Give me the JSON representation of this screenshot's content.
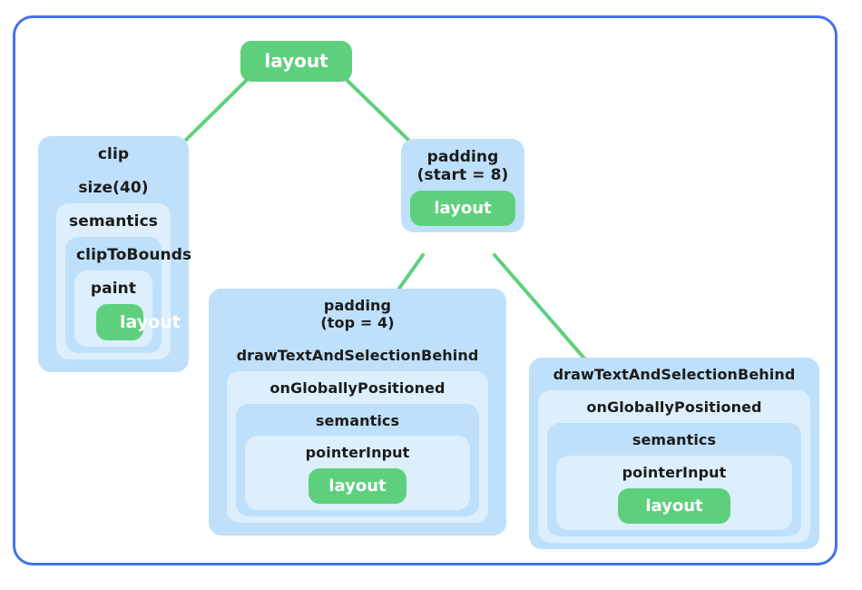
{
  "diagram": {
    "title": "Compose modifier node tree",
    "colors": {
      "frame_border": "#4472e8",
      "node_blue_dark": "#bfe0fa",
      "node_blue_light": "#ddeffd",
      "leaf_green": "#5ed07d",
      "connector_green": "#5ed07d",
      "text": "#1b1b1b",
      "leaf_text": "#ffffff",
      "background": "#ffffff"
    },
    "root": {
      "label": "layout"
    },
    "stacks": {
      "clip": {
        "levels": [
          {
            "label": "clip"
          },
          {
            "label": "size(40)"
          },
          {
            "label": "semantics"
          },
          {
            "label": "clipToBounds"
          },
          {
            "label": "paint"
          }
        ],
        "leaf": {
          "label": "layout"
        }
      },
      "padding_start": {
        "levels": [
          {
            "label": "padding\n(start = 8)"
          }
        ],
        "leaf": {
          "label": "layout"
        }
      },
      "middle": {
        "levels": [
          {
            "label": "padding\n(top = 4)"
          },
          {
            "label": "drawTextAndSelectionBehind"
          },
          {
            "label": "onGloballyPositioned"
          },
          {
            "label": "semantics"
          },
          {
            "label": "pointerInput"
          }
        ],
        "leaf": {
          "label": "layout"
        }
      },
      "right": {
        "levels": [
          {
            "label": "drawTextAndSelectionBehind"
          },
          {
            "label": "onGloballyPositioned"
          },
          {
            "label": "semantics"
          },
          {
            "label": "pointerInput"
          }
        ],
        "leaf": {
          "label": "layout"
        }
      }
    },
    "edges": [
      {
        "from": "root",
        "to": "clip"
      },
      {
        "from": "root",
        "to": "padding_start"
      },
      {
        "from": "padding_start",
        "to": "middle"
      },
      {
        "from": "padding_start",
        "to": "right"
      }
    ]
  }
}
